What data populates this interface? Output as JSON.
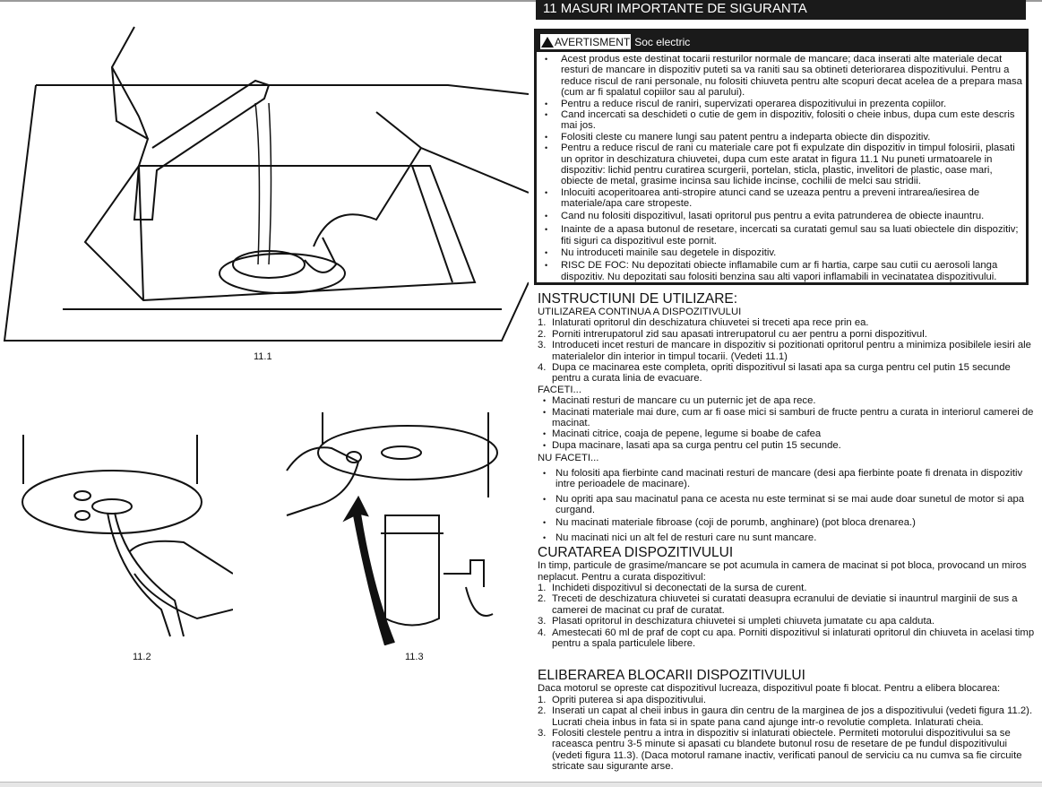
{
  "figures": {
    "fig1": "11.1",
    "fig2": "11.2",
    "fig3": "11.3"
  },
  "safety": {
    "title": "11 MASURI IMPORTANTE DE SIGURANTA",
    "warning_label": "AVERTISMENT",
    "warning_subject": "Soc electric",
    "items": [
      "Acest produs este destinat tocarii resturilor normale de mancare; daca inserati alte materiale decat resturi de mancare in dispozitiv puteti sa va raniti sau sa obtineti deteriorarea dispozitivului. Pentru a reduce riscul de rani personale, nu folositi chiuveta pentru alte scopuri decat acelea de a prepara masa (cum ar fi spalatul copiilor sau al parului).",
      "Pentru a reduce riscul de raniri, supervizati operarea dispozitivului in prezenta copiilor.",
      "Cand incercati sa deschideti o cutie de gem in dispozitiv, folositi o cheie inbus, dupa cum este descris mai jos.",
      "Folositi cleste cu manere lungi sau patent pentru a indeparta obiecte din dispozitiv.",
      "Pentru a reduce riscul de rani cu materiale care pot fi expulzate din dispozitiv in timpul folosirii, plasati un opritor in deschizatura chiuvetei, dupa cum este aratat in figura 11.1 Nu puneti urmatoarele in dispozitiv: lichid pentru curatirea scurgerii, portelan, sticla, plastic, invelitori de plastic, oase mari, obiecte de metal, grasime incinsa sau lichide incinse, cochilii de melci sau stridii.",
      "Inlocuiti acoperitoarea anti-stropire atunci cand se uzeaza pentru a preveni intrarea/iesirea de materiale/apa care stropeste.",
      "Cand nu folositi dispozitivul, lasati opritorul pus pentru a evita patrunderea de obiecte inauntru.",
      "Inainte de a apasa butonul de resetare, incercati sa curatati gemul sau sa luati obiectele din dispozitiv; fiti siguri ca dispozitivul este pornit.",
      "Nu introduceti mainile sau degetele in dispozitiv.",
      "RISC DE FOC: Nu depozitati obiecte inflamabile cum ar fi hartia, carpe sau cutii cu aerosoli langa dispozitiv. Nu depozitati sau folositi benzina sau alti vapori inflamabili  in vecinatatea dispozitivului."
    ]
  },
  "usage": {
    "title": "INSTRUCTIUNI DE UTILIZARE:",
    "subtitle": "UTILIZAREA CONTINUA A DISPOZITIVULUI",
    "steps": [
      "Inlaturati opritorul din deschizatura chiuvetei si treceti apa rece prin ea.",
      "Porniti intrerupatorul zid sau apasati intrerupatorul cu aer pentru a porni dispozitivul.",
      "Introduceti incet resturi de mancare in dispozitiv si pozitionati opritorul pentru a minimiza posibilele iesiri ale materialelor din interior in timpul tocarii.  (Vedeti 11.1)",
      "Dupa ce macinarea este completa, opriti dispozitivul si lasati apa sa curga pentru cel putin 15 secunde pentru a curata linia de evacuare."
    ],
    "do_title": "FACETI...",
    "do_items": [
      "Macinati resturi de mancare cu un puternic jet de apa rece.",
      "Macinati materiale mai dure, cum ar fi oase mici si samburi de fructe pentru a curata in interiorul camerei de macinat.",
      "Macinati citrice, coaja de pepene, legume si boabe de cafea",
      "Dupa macinare, lasati apa sa curga pentru cel putin 15 secunde."
    ],
    "dont_title": "NU FACETI...",
    "dont_items": [
      "Nu folositi apa fierbinte cand macinati resturi de mancare (desi apa fierbinte poate fi drenata in dispozitiv intre perioadele de macinare).",
      "Nu opriti apa sau macinatul pana ce acesta nu este terminat si se mai aude doar sunetul de motor si apa curgand.",
      "Nu macinati materiale fibroase (coji de porumb, anghinare) (pot bloca drenarea.)",
      "Nu macinati nici un alt fel de resturi care nu sunt mancare."
    ]
  },
  "cleaning": {
    "title": "CURATAREA DISPOZITIVULUI",
    "intro": "In timp, particule de grasime/mancare se pot acumula in camera de macinat si pot bloca, provocand un miros neplacut. Pentru a curata dispozitivul:",
    "steps": [
      "Inchideti dispozitivul si deconectati de la sursa de curent.",
      "Treceti de deschizatura chiuvetei si curatati deasupra ecranului de deviatie si inauntrul marginii de sus a camerei de macinat cu praf de curatat.",
      "Plasati opritorul in deschizatura chiuvetei si umpleti chiuveta jumatate cu apa calduta.",
      "Amestecati 60 ml de praf de copt cu apa. Porniti dispozitivul si inlaturati opritorul din chiuveta in acelasi timp pentru a spala particulele libere."
    ]
  },
  "unjam": {
    "title": "ELIBERAREA BLOCARII DISPOZITIVULUI",
    "intro": "Daca motorul se opreste cat dispozitivul lucreaza, dispozitivul poate fi blocat. Pentru a elibera blocarea:",
    "steps": [
      "Opriti puterea si apa dispozitivului.",
      "Inserati un capat al cheii inbus in gaura din centru de la marginea de jos a dispozitivului (vedeti figura 11.2). Lucrati cheia inbus in fata si in spate pana cand ajunge intr-o revolutie completa. Inlaturati cheia.",
      "Folositi clestele pentru a intra in dispozitiv si inlaturati obiectele. Permiteti motorului dispozitivului sa se raceasca pentru 3-5 minute si apasati cu blandete butonul rosu de resetare de pe fundul dispozitivului (vedeti figura 11.3). (Daca motorul ramane inactiv, verificati panoul de serviciu ca nu cumva sa fie circuite stricate sau sigurante arse."
    ]
  }
}
